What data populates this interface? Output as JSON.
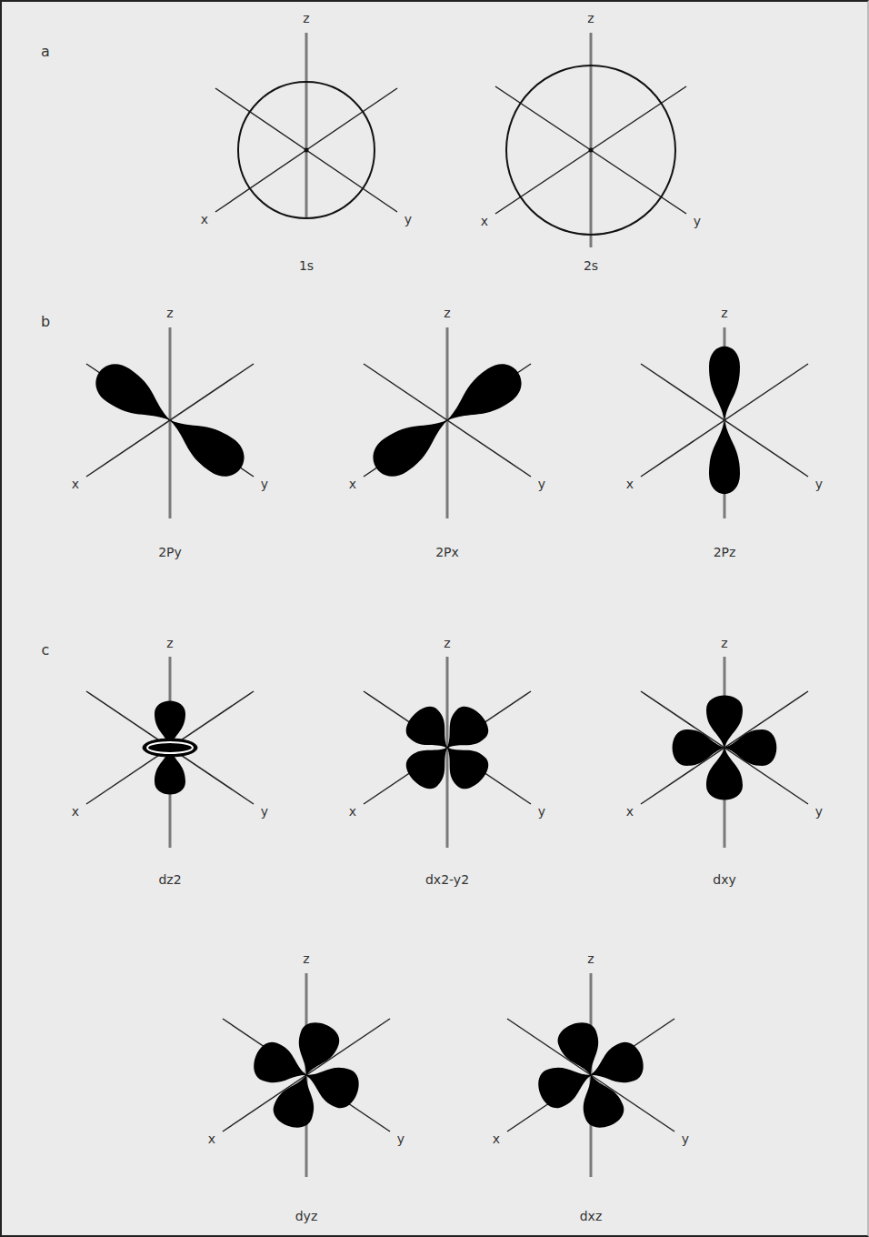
{
  "diagram": {
    "labels": [
      "a",
      "z",
      "x",
      "y",
      "1s",
      "z",
      "x",
      "y",
      "2s",
      "b",
      "z",
      "x",
      "y",
      "2Py",
      "z",
      "x",
      "y",
      "2Px",
      "z",
      "x",
      "y",
      "2Pz",
      "c",
      "z",
      "x",
      "y",
      "dz2",
      "z",
      "x",
      "y",
      "dx2-y2",
      "z",
      "x",
      "y",
      "dxy",
      "z",
      "x",
      "y",
      "dyz",
      "z",
      "x",
      "y",
      "dxz"
    ]
  }
}
